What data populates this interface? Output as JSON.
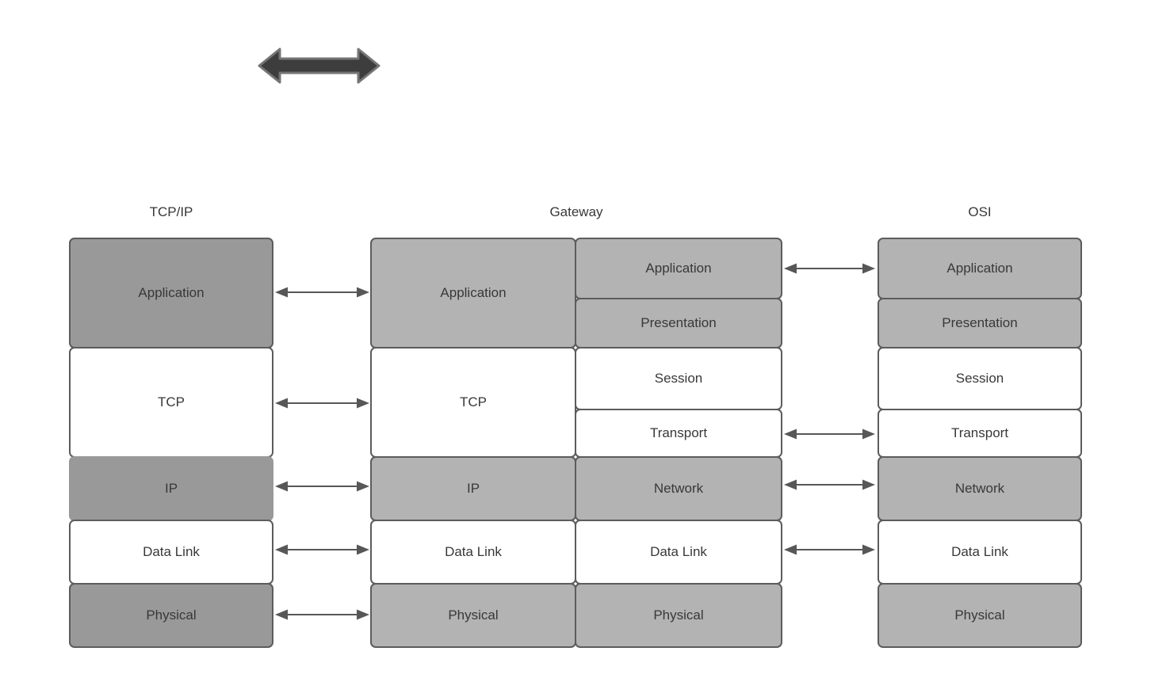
{
  "headers": {
    "tcpip": "TCP/IP",
    "gateway": "Gateway",
    "osi": "OSI"
  },
  "tcpip_stack": {
    "layers": [
      {
        "label": "Application"
      },
      {
        "label": "TCP"
      },
      {
        "label": "IP"
      },
      {
        "label": "Data Link"
      },
      {
        "label": "Physical"
      }
    ]
  },
  "gateway_left_stack": {
    "layers": [
      {
        "label": "Application"
      },
      {
        "label": "TCP"
      },
      {
        "label": "IP"
      },
      {
        "label": "Data Link"
      },
      {
        "label": "Physical"
      }
    ]
  },
  "gateway_right_stack": {
    "layers": [
      {
        "label": "Application"
      },
      {
        "label": "Presentation"
      },
      {
        "label": "Session"
      },
      {
        "label": "Transport"
      },
      {
        "label": "Network"
      },
      {
        "label": "Data Link"
      },
      {
        "label": "Physical"
      }
    ]
  },
  "osi_stack": {
    "layers": [
      {
        "label": "Application"
      },
      {
        "label": "Presentation"
      },
      {
        "label": "Session"
      },
      {
        "label": "Transport"
      },
      {
        "label": "Network"
      },
      {
        "label": "Data Link"
      },
      {
        "label": "Physical"
      }
    ]
  },
  "icons": {
    "top_block_arrow": "double-headed-horizontal-block-arrow",
    "connector": "thin-double-headed-arrow"
  },
  "colors": {
    "tcpip_gray_fill": "#999999",
    "gateway_osi_gray_fill": "#b3b3b3",
    "white_fill": "#ffffff",
    "box_border": "#5c5c5c",
    "connector_arrow": "#575757",
    "block_arrow_fill": "#3d3d3d",
    "block_arrow_stroke": "#757575",
    "text": "#383838",
    "background": "#ffffff"
  }
}
